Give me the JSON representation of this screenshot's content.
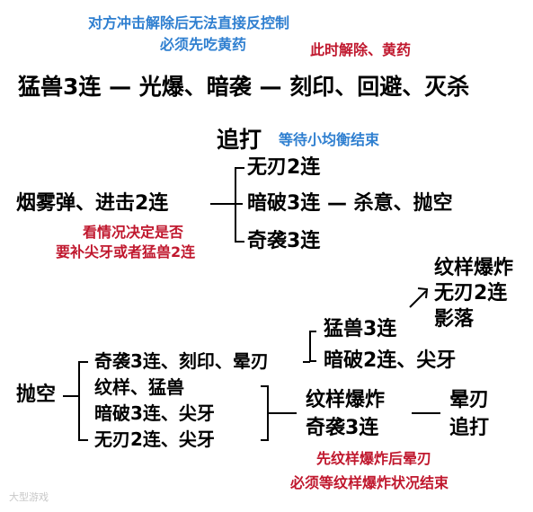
{
  "top": {
    "note_blue_1": "对方冲击解除后无法直接反控制",
    "note_blue_2": "必须先吃黄药",
    "note_red": "此时解除、黄药",
    "combo": "猛兽3连 — 光爆、暗袭 — 刻印、回避、灭杀"
  },
  "section2": {
    "chase": "追打",
    "chase_note": "等待小均衡结束",
    "start": "烟雾弹、进击2连",
    "branch_1": "无刃2连",
    "branch_2": "暗破3连 — 杀意、抛空",
    "branch_3": "奇袭3连",
    "red_note_1": "看情况决定是否",
    "red_note_2": "要补尖牙或者猛兽2连"
  },
  "section3": {
    "right_top_1": "纹样爆炸",
    "right_top_2": "无刃2连",
    "right_top_3": "影落",
    "start": "抛空",
    "opt_1": "奇袭3连、刻印、晕刃",
    "opt_2": "纹样、猛兽",
    "opt_3": "暗破3连、尖牙",
    "opt_4": "无刃2连、尖牙",
    "sub_1": "猛兽3连",
    "sub_2": "暗破2连、尖牙",
    "mid_1": "纹样爆炸",
    "mid_2": "奇袭3连",
    "end_1": "晕刃",
    "end_2": "追打",
    "red_note_1": "先纹样爆炸后晕刃",
    "red_note_2": "必须等纹样爆炸状况结束"
  },
  "watermark": "大型游戏"
}
